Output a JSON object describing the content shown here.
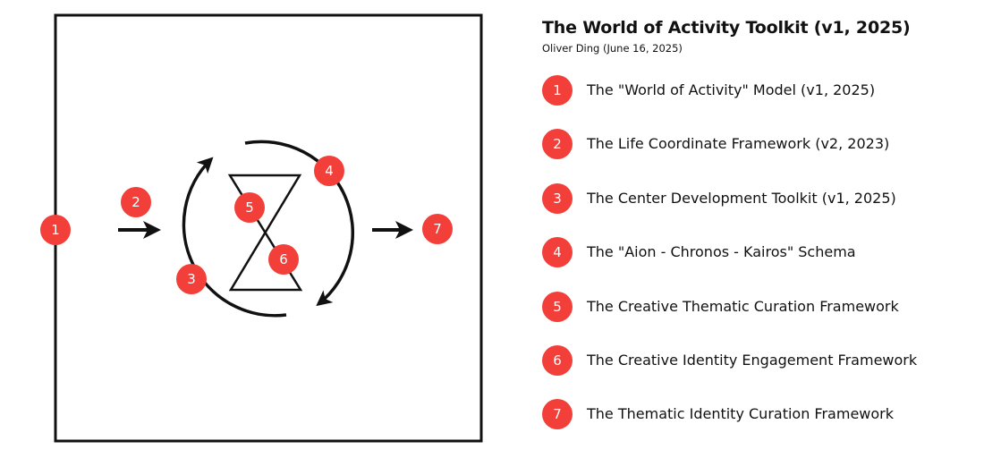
{
  "colors": {
    "badge": "#f23f3a",
    "ink": "#111111",
    "badge_text": "#ffffff"
  },
  "title": "The World of Activity Toolkit (v1, 2025)",
  "subtitle": "Oliver Ding (June 16, 2025)",
  "diagram_badges": [
    "1",
    "2",
    "3",
    "4",
    "5",
    "6",
    "7"
  ],
  "items": [
    {
      "number": "1",
      "label": "The \"World of Activity\" Model (v1, 2025)"
    },
    {
      "number": "2",
      "label": "The Life Coordinate Framework (v2, 2023)"
    },
    {
      "number": "3",
      "label": "The Center Development Toolkit (v1, 2025)"
    },
    {
      "number": "4",
      "label": "The \"Aion - Chronos - Kairos\" Schema"
    },
    {
      "number": "5",
      "label": "The Creative Thematic Curation Framework"
    },
    {
      "number": "6",
      "label": "The Creative Identity Engagement Framework"
    },
    {
      "number": "7",
      "label": "The Thematic Identity Curation Framework"
    }
  ]
}
